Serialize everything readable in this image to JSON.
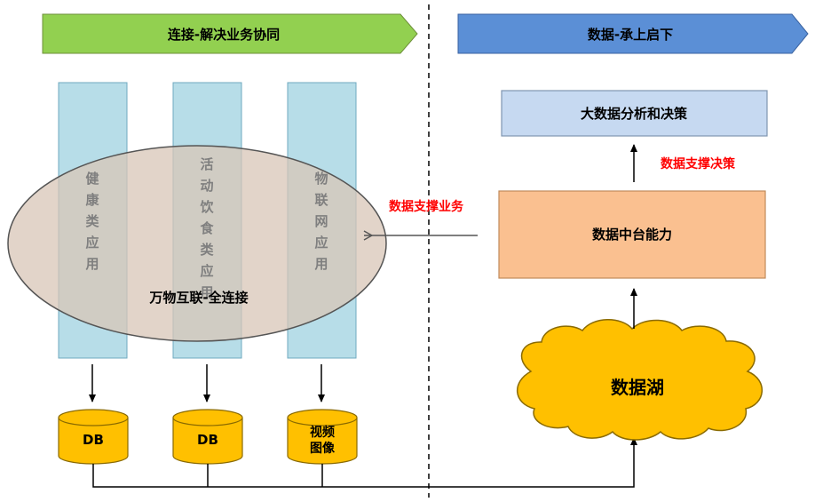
{
  "left_banner": {
    "label": "连接-解决业务协同",
    "color": "#92d050"
  },
  "right_banner": {
    "label": "数据-承上启下",
    "color": "#5b8fd6"
  },
  "columns": [
    {
      "label": "健康类应用"
    },
    {
      "label": "活动饮食类应用"
    },
    {
      "label": "物联网应用"
    }
  ],
  "ellipse_label": "万物互联-全连接",
  "databases": [
    {
      "label": "DB"
    },
    {
      "label": "DB"
    },
    {
      "label": "视频图像"
    }
  ],
  "analysis_box": {
    "label": "大数据分析和决策",
    "color": "#c6d9f1"
  },
  "support_decision_label": "数据支撑决策",
  "data_middle_box": {
    "label": "数据中台能力",
    "color": "#fac090"
  },
  "support_business_label": "数据支撑业务",
  "data_lake": {
    "label": "数据湖",
    "color": "#ffc000"
  },
  "colors": {
    "column": "#b7dde8",
    "ellipse": "#d8c6b7",
    "db": "#ffc000",
    "red_text": "#ff0000"
  }
}
